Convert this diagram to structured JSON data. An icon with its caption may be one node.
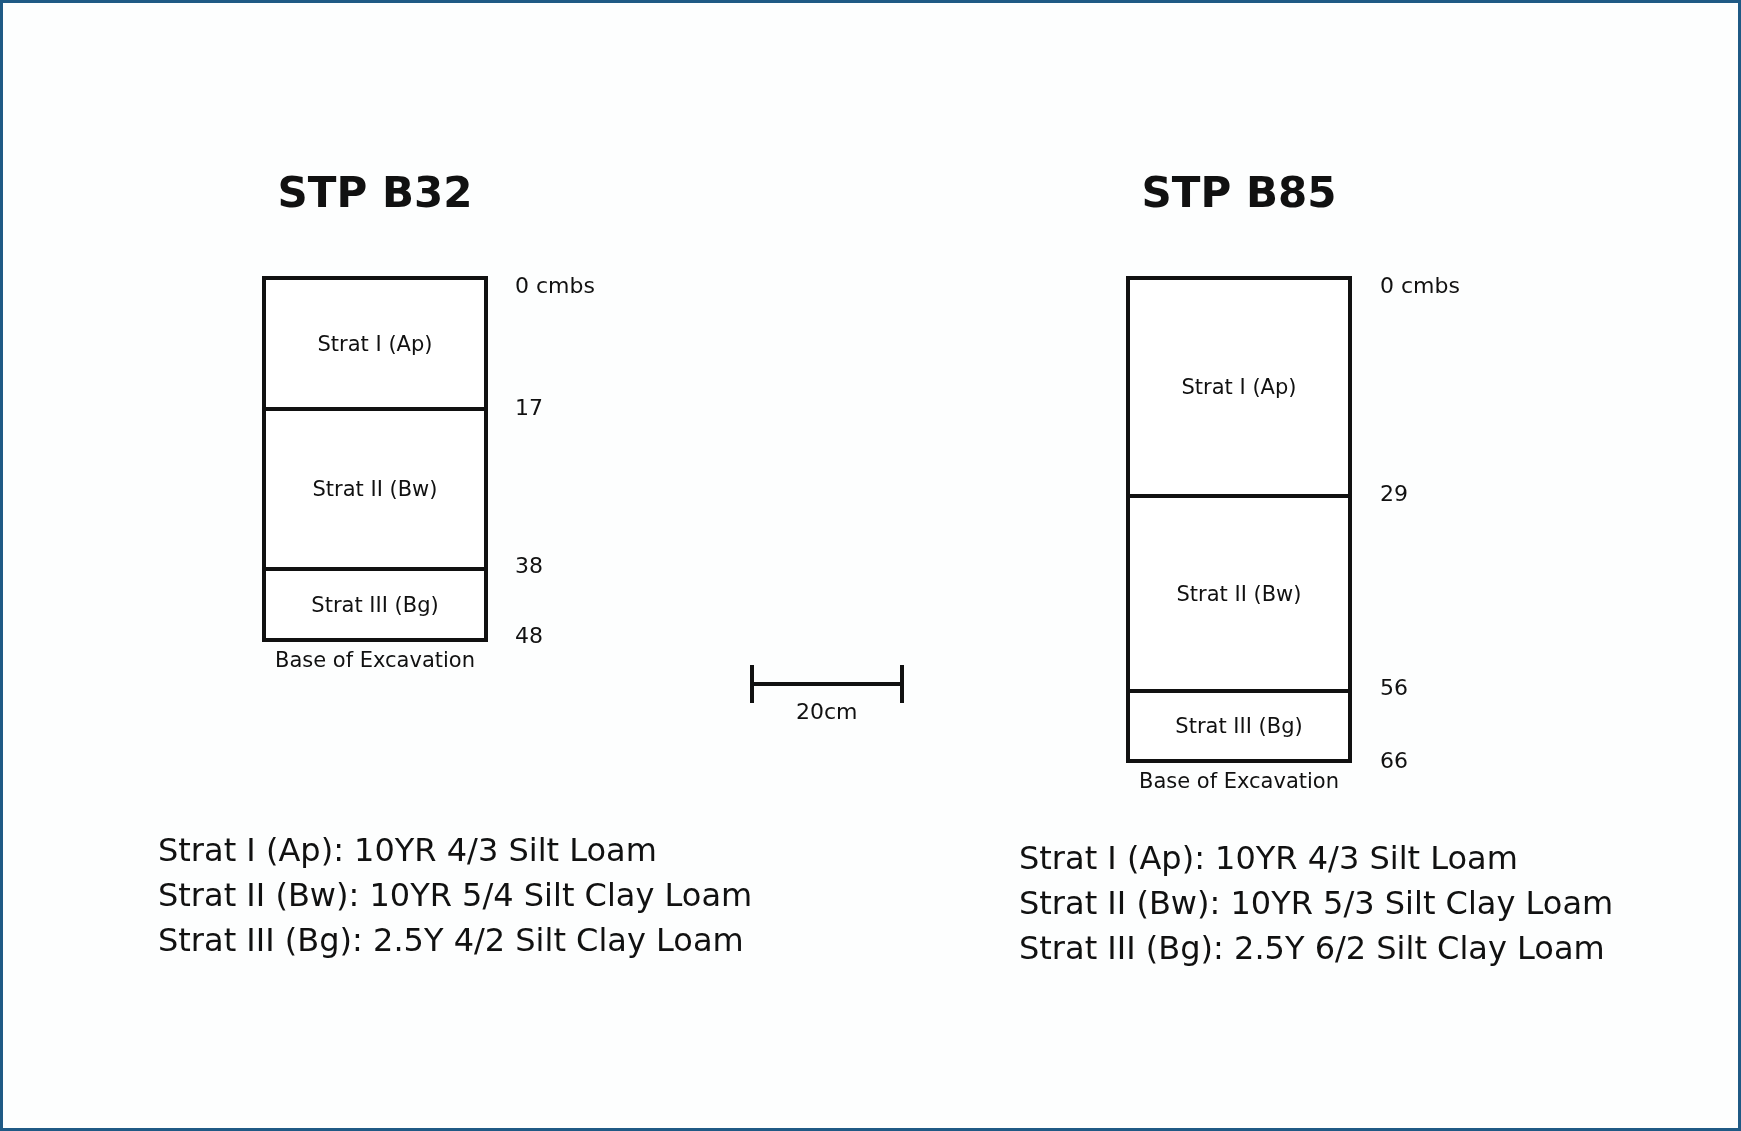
{
  "diagram": {
    "nodes": [
      {
        "text": [
          "STP B32"
        ],
        "beside": [
          "Base of Excavation"
        ]
      },
      {
        "text": [
          "Strat I (Ap)"
        ],
        "in": 0
      },
      {
        "text": [
          "Strat II (Bw)"
        ],
        "in": 0
      },
      {
        "text": [
          "Strat III (Bg)"
        ],
        "in": 0
      },
      {
        "text": [
          "STP B85"
        ],
        "beside": [
          "Base of Excavation"
        ]
      },
      {
        "text": [
          "Strat I (Ap)"
        ],
        "in": 4
      },
      {
        "text": [
          "Strat II (Bw)"
        ],
        "in": 4
      },
      {
        "text": [
          "Strat III (Bg)"
        ],
        "in": 4
      }
    ],
    "edges": [],
    "labels": [
      "0 cmbs",
      "0 cmbs",
      "17",
      "29",
      "38",
      "48",
      "56",
      "20cm",
      "66",
      "Strat I (Ap): 10YR 4/3 Silt Loam",
      "Strat I (Ap): 10YR 4/3 Silt Loam",
      "Strat II (Bw): 10YR 5/4 Silt Clay Loam",
      "Strat II (Bw): 10YR 5/3 Silt Clay Loam",
      "Strat III (Bg): 2.5Y 4/2 Silt Clay Loam",
      "Strat III (Bg): 2.5Y 6/2 Silt Clay Loam"
    ]
  }
}
